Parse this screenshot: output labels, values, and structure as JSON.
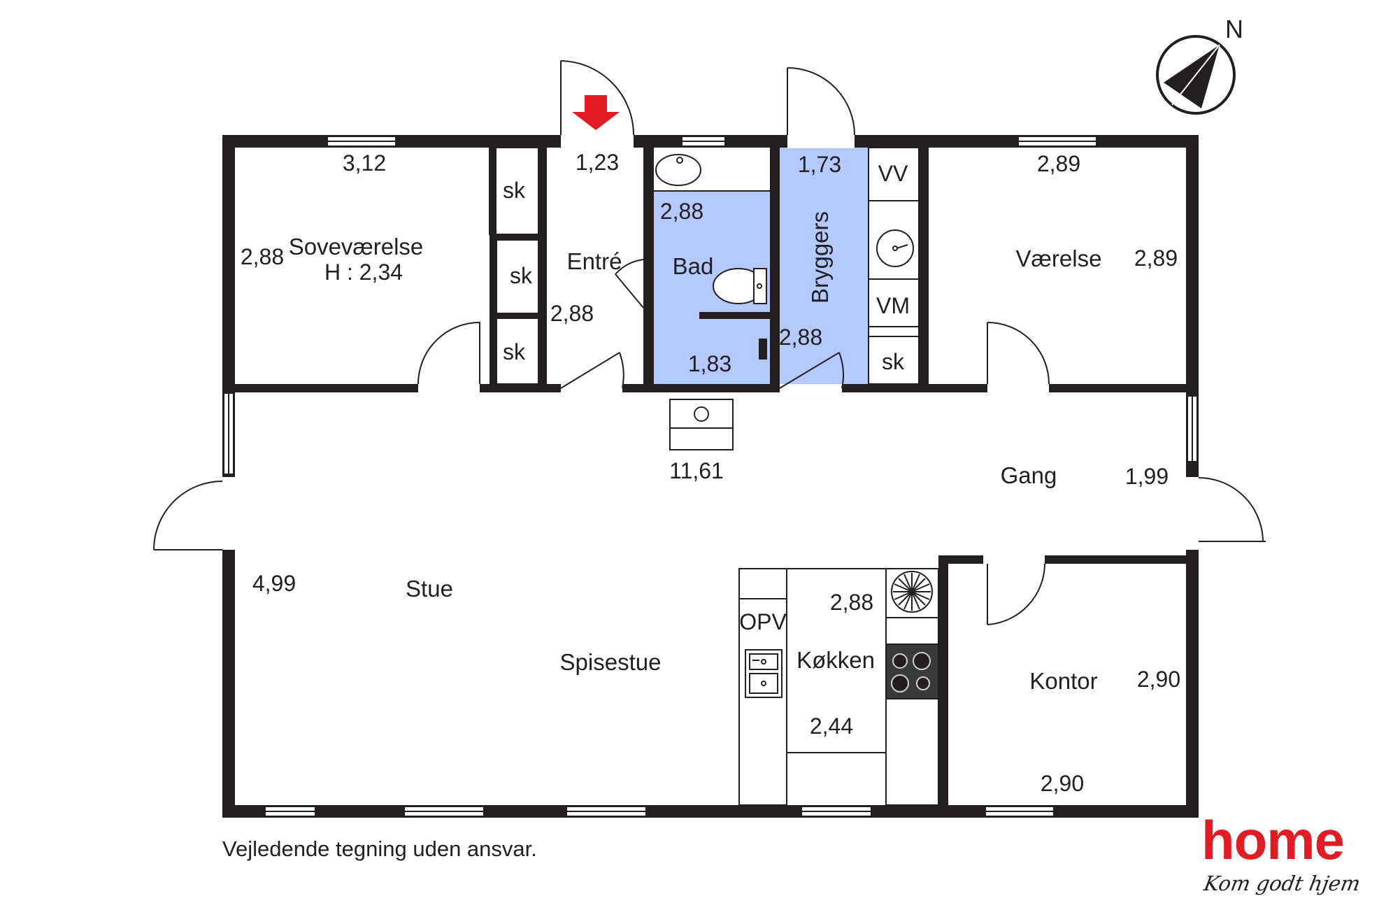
{
  "colors": {
    "wall": "#231f20",
    "wet_room": "#b3c9ff",
    "entry_arrow": "#e31b23",
    "brand": "#e31b23"
  },
  "compass": {
    "north_label": "N"
  },
  "rooms": {
    "sovevaerelse": {
      "name": "Soveværelse",
      "height_note": "H : 2,34",
      "dim_top": "3,12",
      "dim_side": "2,88"
    },
    "entre": {
      "name": "Entré",
      "dim_top": "1,23",
      "dim_side": "2,88"
    },
    "bad": {
      "name": "Bad",
      "dim_top": "2,88",
      "dim_bottom": "1,83"
    },
    "bryggers": {
      "name": "Bryggers",
      "dim_top": "1,73",
      "dim_side": "2,88"
    },
    "vaerelse": {
      "name": "Værelse",
      "dim_top": "2,89",
      "dim_side": "2,89"
    },
    "gang": {
      "name": "Gang",
      "dim_side": "1,99"
    },
    "stue": {
      "name": "Stue",
      "dim_center": "11,61",
      "dim_side": "4,99"
    },
    "spisestue": {
      "name": "Spisestue"
    },
    "kokken": {
      "name": "Køkken",
      "dim_top": "2,88",
      "dim_bottom": "2,44"
    },
    "kontor": {
      "name": "Kontor",
      "dim_side": "2,90",
      "dim_bottom": "2,90"
    }
  },
  "fixtures": {
    "closet_1": "sk",
    "closet_2": "sk",
    "closet_3": "sk",
    "closet_4": "sk",
    "washer": "VM",
    "dryer": "VV",
    "dishwasher": "OPV"
  },
  "disclaimer": "Vejledende tegning uden ansvar.",
  "brand": {
    "name": "home",
    "tagline": "Kom godt hjem"
  },
  "icons": [
    "compass-icon",
    "entrance-arrow-icon",
    "sink-icon",
    "toilet-icon",
    "kitchen-sink-icon",
    "stove-icon",
    "fireplace-icon"
  ]
}
